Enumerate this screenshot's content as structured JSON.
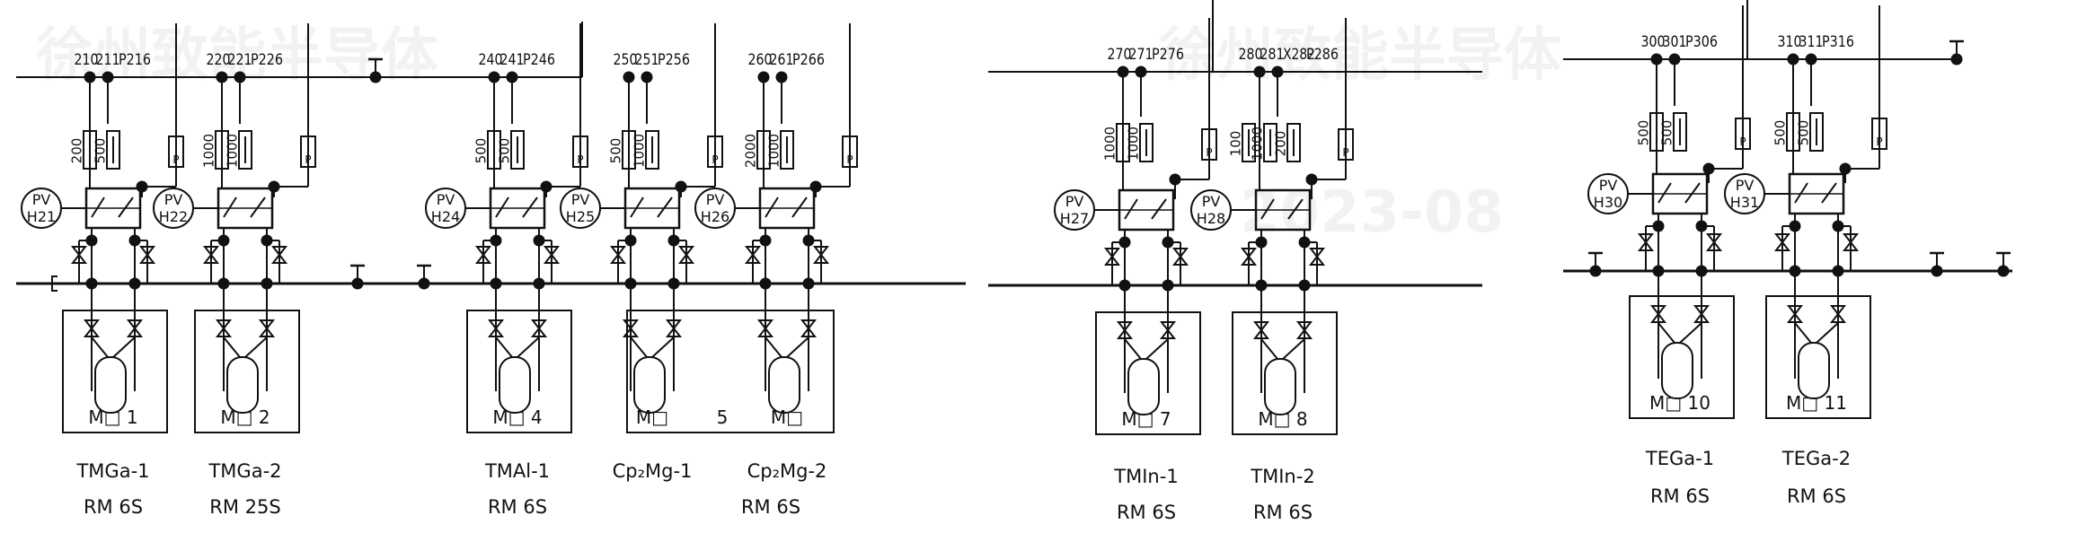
{
  "colors": {
    "line": "#111111",
    "background": "#ffffff",
    "watermark": "#e8e8e8"
  },
  "watermark": {
    "text": "徐州致能半导体",
    "date": "2023-08"
  },
  "panels": [
    {
      "id": "A",
      "units": [
        {
          "pv_line1": "PV",
          "pv_line2": "H21",
          "pipe_labels": [
            "210",
            "211",
            "P216"
          ],
          "bar_labels": [
            "200",
            "500"
          ],
          "module": "M□ 1",
          "name": "TMGa-1",
          "spec": "RM 6S"
        },
        {
          "pv_line1": "PV",
          "pv_line2": "H22",
          "pipe_labels": [
            "220",
            "221",
            "P226"
          ],
          "bar_labels": [
            "1000",
            "1000"
          ],
          "module": "M□ 2",
          "name": "TMGa-2",
          "spec": "RM 25S"
        },
        {
          "pv_line1": "PV",
          "pv_line2": "H24",
          "pipe_labels": [
            "240",
            "241",
            "P246"
          ],
          "bar_labels": [
            "500",
            "500"
          ],
          "module": "M□ 4",
          "name": "TMAl-1",
          "spec": "RM 6S"
        },
        {
          "pv_line1": "PV",
          "pv_line2": "H25",
          "pipe_labels": [
            "250",
            "251",
            "P256"
          ],
          "bar_labels": [
            "500",
            "1000"
          ],
          "module": "M□",
          "name": "Cp₂Mg-1",
          "spec": ""
        },
        {
          "pv_line1": "PV",
          "pv_line2": "H26",
          "pipe_labels": [
            "260",
            "261",
            "P266"
          ],
          "bar_labels": [
            "2000",
            "1000"
          ],
          "module": "M□",
          "name": "Cp₂Mg-2",
          "spec": ""
        }
      ],
      "shared_module_number": "5",
      "shared_spec": "RM 6S"
    },
    {
      "id": "B",
      "units": [
        {
          "pv_line1": "PV",
          "pv_line2": "H27",
          "pipe_labels": [
            "270",
            "271",
            "P276"
          ],
          "bar_labels": [
            "1000",
            "1000"
          ],
          "module": "M□ 7",
          "name": "TMIn-1",
          "spec": "RM 6S"
        },
        {
          "pv_line1": "PV",
          "pv_line2": "H28",
          "pipe_labels": [
            "280",
            "281",
            "X282",
            "P286"
          ],
          "bar_labels": [
            "100",
            "1000",
            "200"
          ],
          "module": "M□ 8",
          "name": "TMIn-2",
          "spec": "RM 6S"
        }
      ]
    },
    {
      "id": "C",
      "units": [
        {
          "pv_line1": "PV",
          "pv_line2": "H30",
          "pipe_labels": [
            "300",
            "301",
            "P306"
          ],
          "bar_labels": [
            "500",
            "500"
          ],
          "module": "M□ 10",
          "name": "TEGa-1",
          "spec": "RM 6S"
        },
        {
          "pv_line1": "PV",
          "pv_line2": "H31",
          "pipe_labels": [
            "310",
            "311",
            "P316"
          ],
          "bar_labels": [
            "500",
            "500"
          ],
          "module": "M□ 11",
          "name": "TEGa-2",
          "spec": "RM 6S"
        }
      ]
    }
  ],
  "symbols": {
    "pressure_tag": "P",
    "node_tap": "T"
  }
}
